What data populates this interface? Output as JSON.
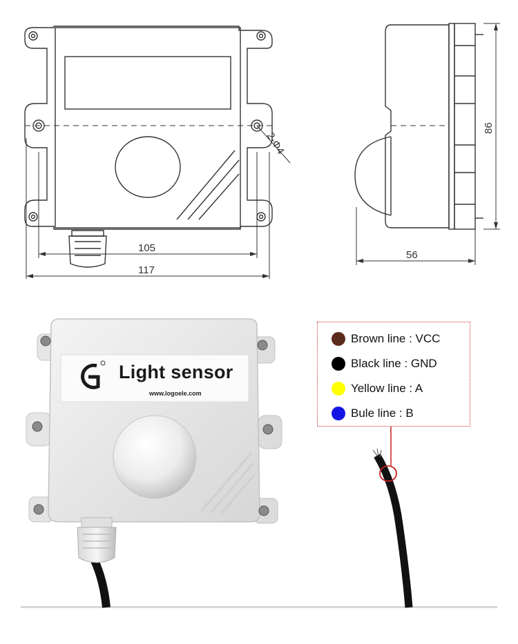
{
  "drawing": {
    "front_width_inner": "105",
    "front_width_outer": "117",
    "hole_callout": "2-Φ4",
    "side_depth": "56",
    "side_height": "86"
  },
  "product": {
    "title": "Light sensor",
    "url": "www.logoele.com"
  },
  "legend": [
    {
      "color": "#5a2a1a",
      "label": "Brown line : VCC"
    },
    {
      "color": "#000000",
      "label": "Black line : GND"
    },
    {
      "color": "#ffff00",
      "label": "Yellow line : A"
    },
    {
      "color": "#1414e6",
      "label": "Bule line : B"
    }
  ]
}
